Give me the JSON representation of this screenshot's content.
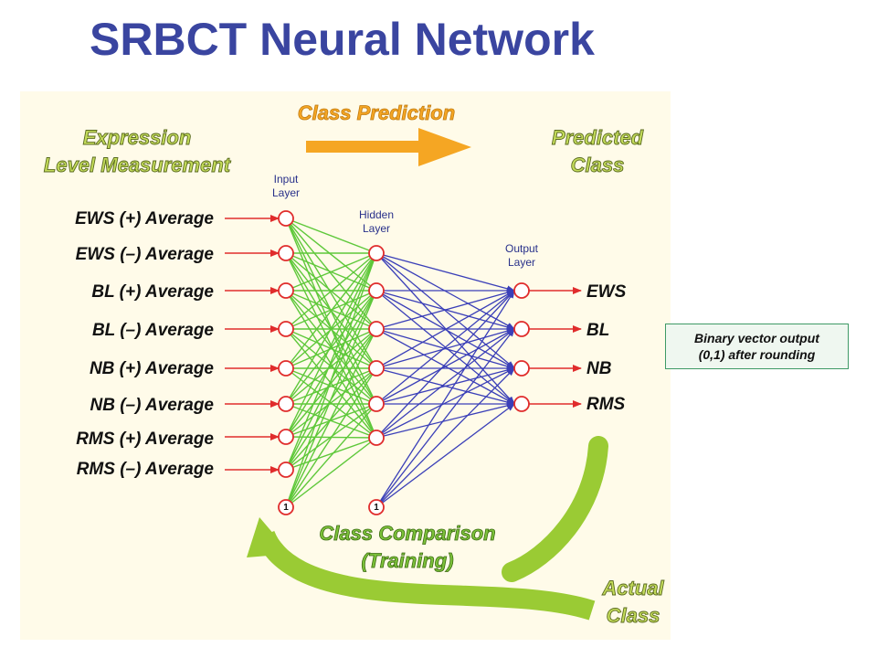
{
  "title": "SRBCT Neural Network",
  "headings": {
    "class_prediction": "Class Prediction",
    "expression_line1": "Expression",
    "expression_line2": "Level Measurement",
    "predicted_line1": "Predicted",
    "predicted_line2": "Class",
    "class_comparison_line1": "Class Comparison",
    "class_comparison_line2": "(Training)",
    "actual_line1": "Actual",
    "actual_line2": "Class"
  },
  "layers": {
    "input_line1": "Input",
    "input_line2": "Layer",
    "hidden_line1": "Hidden",
    "hidden_line2": "Layer",
    "output_line1": "Output",
    "output_line2": "Layer"
  },
  "inputs": [
    "EWS (+) Average",
    "EWS (–) Average",
    "BL (+) Average",
    "BL (–) Average",
    "NB (+) Average",
    "NB (–) Average",
    "RMS (+) Average",
    "RMS (–) Average"
  ],
  "outputs": [
    "EWS",
    "BL",
    "NB",
    "RMS"
  ],
  "bias_label": "1",
  "callout": {
    "line1": "Binary vector output",
    "line2": "(0,1) after rounding"
  },
  "colors": {
    "title": "#3a45a0",
    "input_edges": "#5ec83a",
    "output_edges": "#3a3fb8",
    "arrows": "#e02c2c",
    "orange_arrow": "#f5a623",
    "green_arrow": "#9acb34",
    "heading_fill": "#c4dc5a",
    "layer_label": "#28308a"
  }
}
